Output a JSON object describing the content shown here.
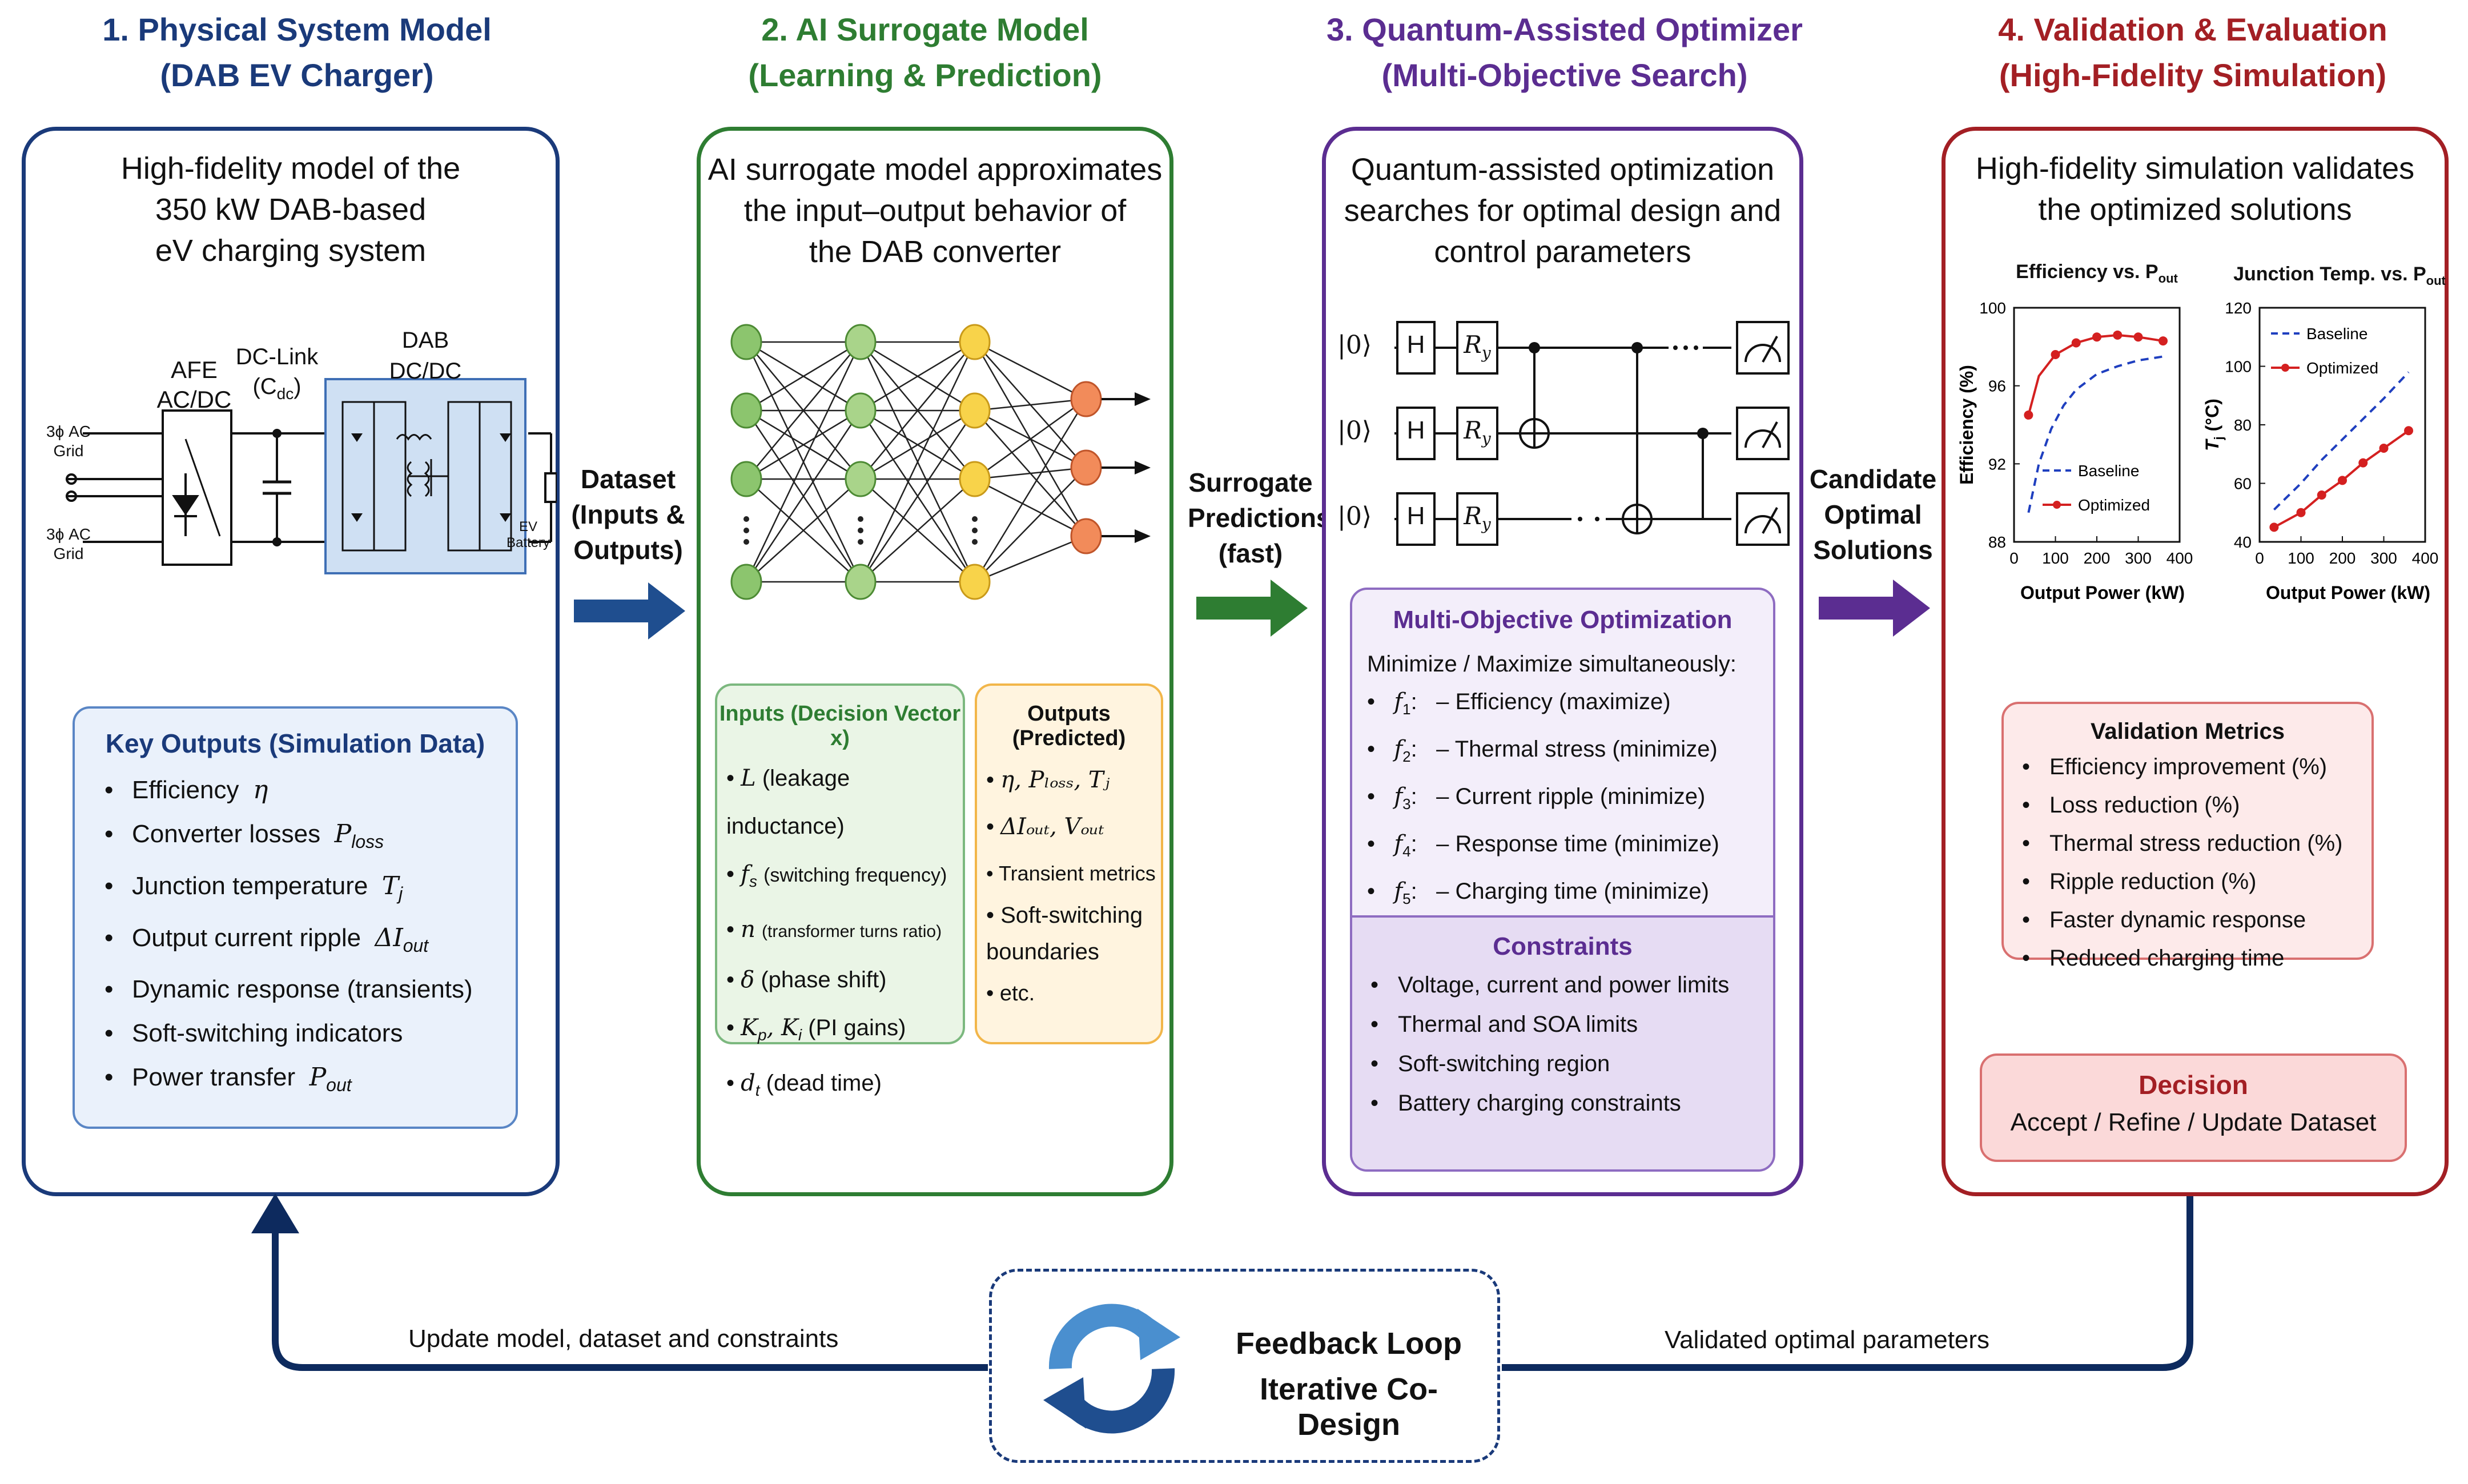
{
  "colors": {
    "physical": "#1a3a7a",
    "surrogate": "#2e7d32",
    "quantum": "#5b2d91",
    "validation": "#a31f24",
    "feedback": "#0d2a5e"
  },
  "sections": [
    {
      "title_line1": "1. Physical System Model",
      "title_line2": "(DAB EV Charger)"
    },
    {
      "title_line1": "2. AI Surrogate Model",
      "title_line2": "(Learning & Prediction)"
    },
    {
      "title_line1": "3. Quantum-Assisted Optimizer",
      "title_line2": "(Multi-Objective Search)"
    },
    {
      "title_line1": "4. Validation & Evaluation",
      "title_line2": "(High-Fidelity Simulation)"
    }
  ],
  "physical": {
    "description": "High-fidelity model of the\n350 kW DAB-based\neV charging system",
    "circuit": {
      "afe_label": "AFE\nAC/DC",
      "dclink_label": "DC-Link",
      "dclink_cap": "(C",
      "dclink_cap_sub": "dc",
      "dclink_close": ")",
      "dab_label": "DAB\nDC/DC",
      "grid_top": "3ϕ AC\nGrid",
      "grid_bottom": "3ϕ AC\nGrid",
      "battery": "EV\nBattery"
    },
    "key_outputs_title": "Key Outputs (Simulation Data)",
    "key_outputs": [
      {
        "text": "Efficiency",
        "sym": "η",
        "sub": ""
      },
      {
        "text": "Converter losses",
        "sym": "P",
        "sub": "loss"
      },
      {
        "text": "Junction temperature",
        "sym": "T",
        "sub": "j"
      },
      {
        "text": "Output current ripple",
        "sym": "ΔI",
        "sub": "out"
      },
      {
        "text": "Dynamic response (transients)",
        "sym": "",
        "sub": ""
      },
      {
        "text": "Soft-switching indicators",
        "sym": "",
        "sub": ""
      },
      {
        "text": "Power transfer",
        "sym": "P",
        "sub": "out"
      }
    ]
  },
  "arrows": {
    "a1": "Dataset\n(Inputs &\nOutputs)",
    "a2": "Surrogate\nPredictions\n(fast)",
    "a3": "Candidate\nOptimal\nSolutions"
  },
  "surrogate": {
    "description": "AI surrogate model approximates\nthe input–output behavior of\nthe DAB converter",
    "inputs_title": "Inputs (Decision Vector x)",
    "inputs": [
      {
        "sym": "L",
        "sub": "",
        "text": "(leakage inductance)"
      },
      {
        "sym": "f",
        "sub": "s",
        "text": "(switching frequency)"
      },
      {
        "sym": "n",
        "sub": "",
        "text": "(transformer turns ratio)"
      },
      {
        "sym": "δ",
        "sub": "",
        "text": "(phase shift)"
      },
      {
        "sym": "K",
        "sub": "p",
        "text": ", K",
        "sub2": "i",
        "text2": "(PI gains)"
      },
      {
        "sym": "d",
        "sub": "t",
        "text": "(dead time)"
      }
    ],
    "outputs_title": "Outputs (Predicted)",
    "outputs": [
      "η, Pₗₒₛₛ, Tⱼ",
      "ΔIₒᵤₜ, Vₒᵤₜ",
      "Transient metrics",
      "Soft-switching\nboundaries",
      "etc."
    ]
  },
  "quantum": {
    "description": "Quantum-assisted optimization\nsearches for optimal design and\ncontrol parameters",
    "qubit_label": "|0⟩",
    "gate_h": "H",
    "gate_r": "R",
    "gate_r_sub": "y",
    "moo_title": "Multi-Objective Optimization",
    "moo_intro": "Minimize / Maximize simultaneously:",
    "objectives": [
      {
        "f": "f",
        "sub": "1",
        "text": "– Efficiency (maximize)"
      },
      {
        "f": "f",
        "sub": "2",
        "text": "– Thermal stress (minimize)"
      },
      {
        "f": "f",
        "sub": "3",
        "text": "– Current ripple (minimize)"
      },
      {
        "f": "f",
        "sub": "4",
        "text": "– Response time (minimize)"
      },
      {
        "f": "f",
        "sub": "5",
        "text": "– Charging time (minimize)"
      }
    ],
    "constraints_title": "Constraints",
    "constraints": [
      "Voltage, current and power limits",
      "Thermal and SOA limits",
      "Soft-switching region",
      "Battery charging constraints"
    ]
  },
  "validation": {
    "description": "High-fidelity simulation validates\nthe optimized solutions",
    "metrics_title": "Validation Metrics",
    "metrics": [
      "Efficiency improvement (%)",
      "Loss reduction (%)",
      "Thermal stress reduction (%)",
      "Ripple reduction (%)",
      "Faster dynamic response",
      "Reduced charging time"
    ],
    "decision_title": "Decision",
    "decision_text": "Accept / Refine / Update Dataset"
  },
  "chart_data": [
    {
      "type": "line",
      "title": "Efficiency vs. P",
      "title_sub": "out",
      "xlabel": "Output Power (kW)",
      "ylabel": "Efficiency (%)",
      "xlim": [
        0,
        400
      ],
      "ylim": [
        88,
        100
      ],
      "xticks": [
        0,
        100,
        200,
        300,
        400
      ],
      "yticks": [
        88,
        92,
        96,
        100
      ],
      "legend": "bottom-right",
      "series": [
        {
          "name": "Baseline",
          "style": "dashed",
          "color": "#1f3fbf",
          "x": [
            35,
            60,
            90,
            120,
            150,
            200,
            250,
            300,
            360
          ],
          "y": [
            89.5,
            92.0,
            93.8,
            95.0,
            95.8,
            96.6,
            97.0,
            97.3,
            97.5
          ]
        },
        {
          "name": "Optimized",
          "style": "solid-marker",
          "color": "#d42020",
          "x": [
            35,
            60,
            100,
            150,
            200,
            250,
            300,
            360
          ],
          "y": [
            94.5,
            96.5,
            97.6,
            98.2,
            98.5,
            98.6,
            98.5,
            98.3
          ],
          "markers_x": [
            35,
            100,
            150,
            200,
            250,
            300,
            360
          ],
          "markers_y": [
            94.5,
            97.6,
            98.2,
            98.5,
            98.6,
            98.5,
            98.3
          ]
        }
      ]
    },
    {
      "type": "line",
      "title": "Junction Temp. vs. P",
      "title_sub": "out",
      "xlabel": "Output Power (kW)",
      "ylabel": "T",
      "ylabel_sub": "j",
      "ylabel_unit": " (°C)",
      "xlim": [
        0,
        400
      ],
      "ylim": [
        40,
        120
      ],
      "xticks": [
        0,
        100,
        200,
        300,
        400
      ],
      "yticks": [
        40,
        60,
        80,
        100,
        120
      ],
      "legend": "top-left",
      "series": [
        {
          "name": "Baseline",
          "style": "dashed",
          "color": "#1f3fbf",
          "x": [
            35,
            100,
            150,
            200,
            250,
            300,
            360
          ],
          "y": [
            51,
            60,
            68,
            75,
            82,
            89,
            98
          ]
        },
        {
          "name": "Optimized",
          "style": "solid-marker",
          "color": "#d42020",
          "x": [
            35,
            100,
            150,
            200,
            250,
            300,
            360
          ],
          "y": [
            45,
            50,
            56,
            61,
            67,
            72,
            78
          ]
        }
      ]
    }
  ],
  "feedback": {
    "title_line1": "Feedback Loop",
    "title_line2": "Iterative Co-Design",
    "left_label": "Update model, dataset and constraints",
    "right_label": "Validated optimal parameters"
  }
}
